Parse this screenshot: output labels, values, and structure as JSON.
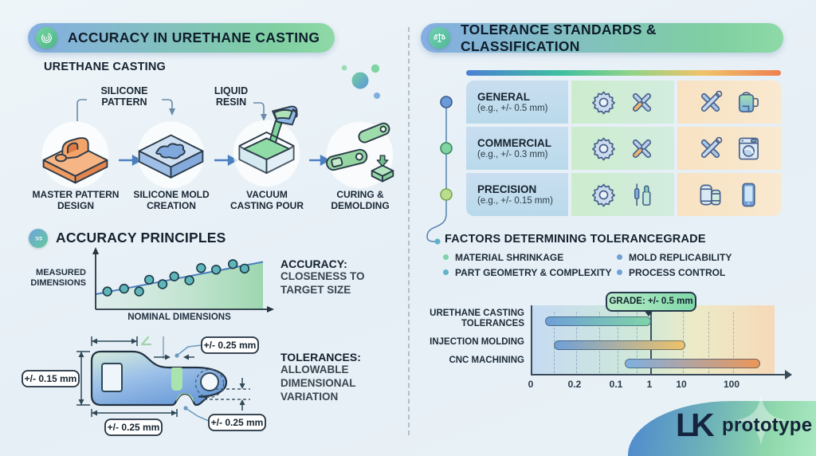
{
  "left_panel": {
    "header": {
      "title": "ACCURACY IN URETHANE CASTING",
      "icon": "target-icon"
    },
    "process": {
      "title": "URETHANE CASTING",
      "callout_silicone_pattern": "SILICONE\nPATTERN",
      "callout_liquid_resin": "LIQUID\nRESIN",
      "steps": [
        {
          "label": "MASTER PATTERN\nDESIGN",
          "icon": "master-pattern-illustration"
        },
        {
          "label": "SILICONE MOLD\nCREATION",
          "icon": "silicone-mold-illustration"
        },
        {
          "label": "VACUUM\nCASTING POUR",
          "icon": "vacuum-pour-illustration"
        },
        {
          "label": "CURING &\nDEMOLDING",
          "icon": "cured-parts-illustration"
        }
      ]
    },
    "principles": {
      "title": "ACCURACY PRINCIPLES",
      "icon": "branch-icon",
      "scatter_ylabel": "MEASURED\nDIMENSIONS",
      "scatter_xlabel": "NOMINAL DIMENSIONS",
      "accuracy_note": {
        "heading": "ACCURACY:",
        "body": "CLOSENESS TO\nTARGET SIZE"
      },
      "tolerance_note": {
        "heading": "TOLERANCES:",
        "body": "ALLOWABLE\nDIMENSIONAL\nVARIATION"
      },
      "dimension_labels": {
        "left": "+/- 0.15 mm",
        "bottom": "+/- 0.25 mm",
        "slot": "+/- 0.25 mm",
        "notch": "+/- 0.25 mm"
      }
    }
  },
  "right_panel": {
    "header": {
      "title": "TOLERANCE STANDARDS & CLASSIFICATION",
      "icon": "scale-icon"
    },
    "classification_table": {
      "rows": [
        {
          "name": "GENERAL",
          "example": "(e.g., +/- 0.5 mm)",
          "icons_mid": [
            "gear-icon",
            "crossed-screwdriver-wrench-icon"
          ],
          "icons_right": [
            "crossed-wrenches-icon",
            "jug-icon"
          ]
        },
        {
          "name": "COMMERCIAL",
          "example": "(e.g., +/- 0.3 mm)",
          "icons_mid": [
            "gear-icon",
            "crossed-screwdriver-wrench-icon"
          ],
          "icons_right": [
            "crossed-wrenches-icon",
            "washing-machine-icon"
          ]
        },
        {
          "name": "PRECISION",
          "example": "(e.g., +/- 0.15 mm)",
          "icons_mid": [
            "gear-icon",
            "precision-tools-icon"
          ],
          "icons_right": [
            "cans-icon",
            "smartphone-icon"
          ]
        }
      ]
    },
    "factors": {
      "title": "FACTORS DETERMINING TOLERANCEGRADE",
      "items": [
        {
          "label": "MATERIAL SHRINKAGE",
          "color": "#7fd2a8"
        },
        {
          "label": "PART GEOMETRY & COMPLEXITY",
          "color": "#5fb4c8"
        },
        {
          "label": "MOLD REPLICABILITY",
          "color": "#6fa0d8"
        },
        {
          "label": "PROCESS CONTROL",
          "color": "#6fa0d8"
        }
      ]
    }
  },
  "brand": {
    "monogram": "LK",
    "logo_text": "prototype"
  },
  "chart_data": [
    {
      "type": "scatter",
      "title": "Accuracy principles",
      "xlabel": "NOMINAL DIMENSIONS",
      "ylabel": "MEASURED DIMENSIONS",
      "axes_unlabeled": true,
      "note": "ACCURACY: CLOSENESS TO TARGET SIZE",
      "trend_line_norm": {
        "x1": 0,
        "y1": 0.27,
        "x2": 1,
        "y2": 0.85
      },
      "points_norm": [
        [
          0.07,
          0.32
        ],
        [
          0.17,
          0.37
        ],
        [
          0.26,
          0.32
        ],
        [
          0.32,
          0.53
        ],
        [
          0.4,
          0.45
        ],
        [
          0.47,
          0.59
        ],
        [
          0.56,
          0.52
        ],
        [
          0.63,
          0.74
        ],
        [
          0.72,
          0.71
        ],
        [
          0.82,
          0.81
        ],
        [
          0.89,
          0.73
        ]
      ]
    },
    {
      "type": "bar",
      "orientation": "horizontal",
      "units": "mm",
      "categories": [
        "URETHANE CASTING\nTOLERANCES",
        "INJECTION MOLDING",
        "CNC MACHINING"
      ],
      "x_tick_labels": [
        "0",
        "0.2",
        "0.1",
        "1",
        "10",
        "100"
      ],
      "bars": [
        {
          "label": "URETHANE CASTING TOLERANCES",
          "from_tick": "0",
          "to_tick": "1"
        },
        {
          "label": "INJECTION MOLDING",
          "from_tick": "0.2",
          "to_tick": "10"
        },
        {
          "label": "CNC MACHINING",
          "from_tick": "0.1",
          "to_tick": ">100"
        }
      ],
      "callout": {
        "text": "GRADE: +/- 0.5 mm",
        "at_tick": "1"
      },
      "legend_position": "none",
      "grid": true
    }
  ]
}
